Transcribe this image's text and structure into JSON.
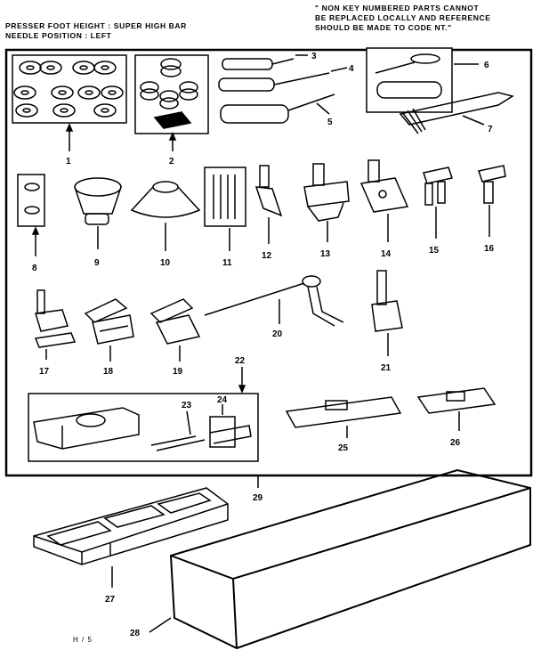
{
  "header": {
    "left_line1": "PRESSER FOOT HEIGHT : SUPER HIGH BAR",
    "left_line2": "NEEDLE POSITION : LEFT",
    "right_line1": "\" NON KEY NUMBERED PARTS CANNOT",
    "right_line2": "BE REPLACED LOCALLY AND REFERENCE",
    "right_line3": "SHOULD BE MADE TO CODE NT.\""
  },
  "callouts": {
    "n1": "1",
    "n2": "2",
    "n3": "3",
    "n4": "4",
    "n5": "5",
    "n6": "6",
    "n7": "7",
    "n8": "8",
    "n9": "9",
    "n10": "10",
    "n11": "11",
    "n12": "12",
    "n13": "13",
    "n14": "14",
    "n15": "15",
    "n16": "16",
    "n17": "17",
    "n18": "18",
    "n19": "19",
    "n20": "20",
    "n21": "21",
    "n22": "22",
    "n23": "23",
    "n24": "24",
    "n25": "25",
    "n26": "26",
    "n27": "27",
    "n28": "28",
    "n29": "29"
  },
  "footer": {
    "code": "H / 5"
  }
}
